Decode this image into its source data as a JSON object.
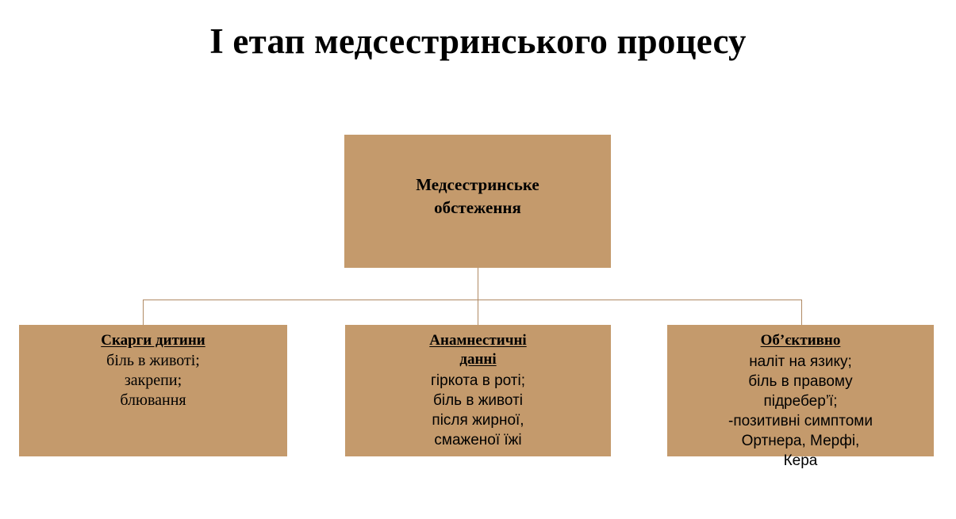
{
  "slide": {
    "title": "І етап медсестринського процесу",
    "background_color": "#FFFFFF",
    "box_fill_color": "#C49A6C",
    "connector_color": "#B08A63",
    "text_color": "#000000"
  },
  "diagram": {
    "root": {
      "title": "Медсестринське обстеження"
    },
    "branches": [
      {
        "title": "Скарги дитини",
        "body": "біль в животі;\nзакрепи;\nблювання"
      },
      {
        "title": "Анамнестичні данні",
        "body": "гіркота в роті;\nбіль в животі\nпісля жирної,\nсмаженої їжі"
      },
      {
        "title": "Об’єктивно",
        "body": "наліт на язику;\nбіль в правому\nпідребер’ї;\n-позитивні симптоми\nОртнера, Мерфі,\nКера"
      }
    ]
  }
}
